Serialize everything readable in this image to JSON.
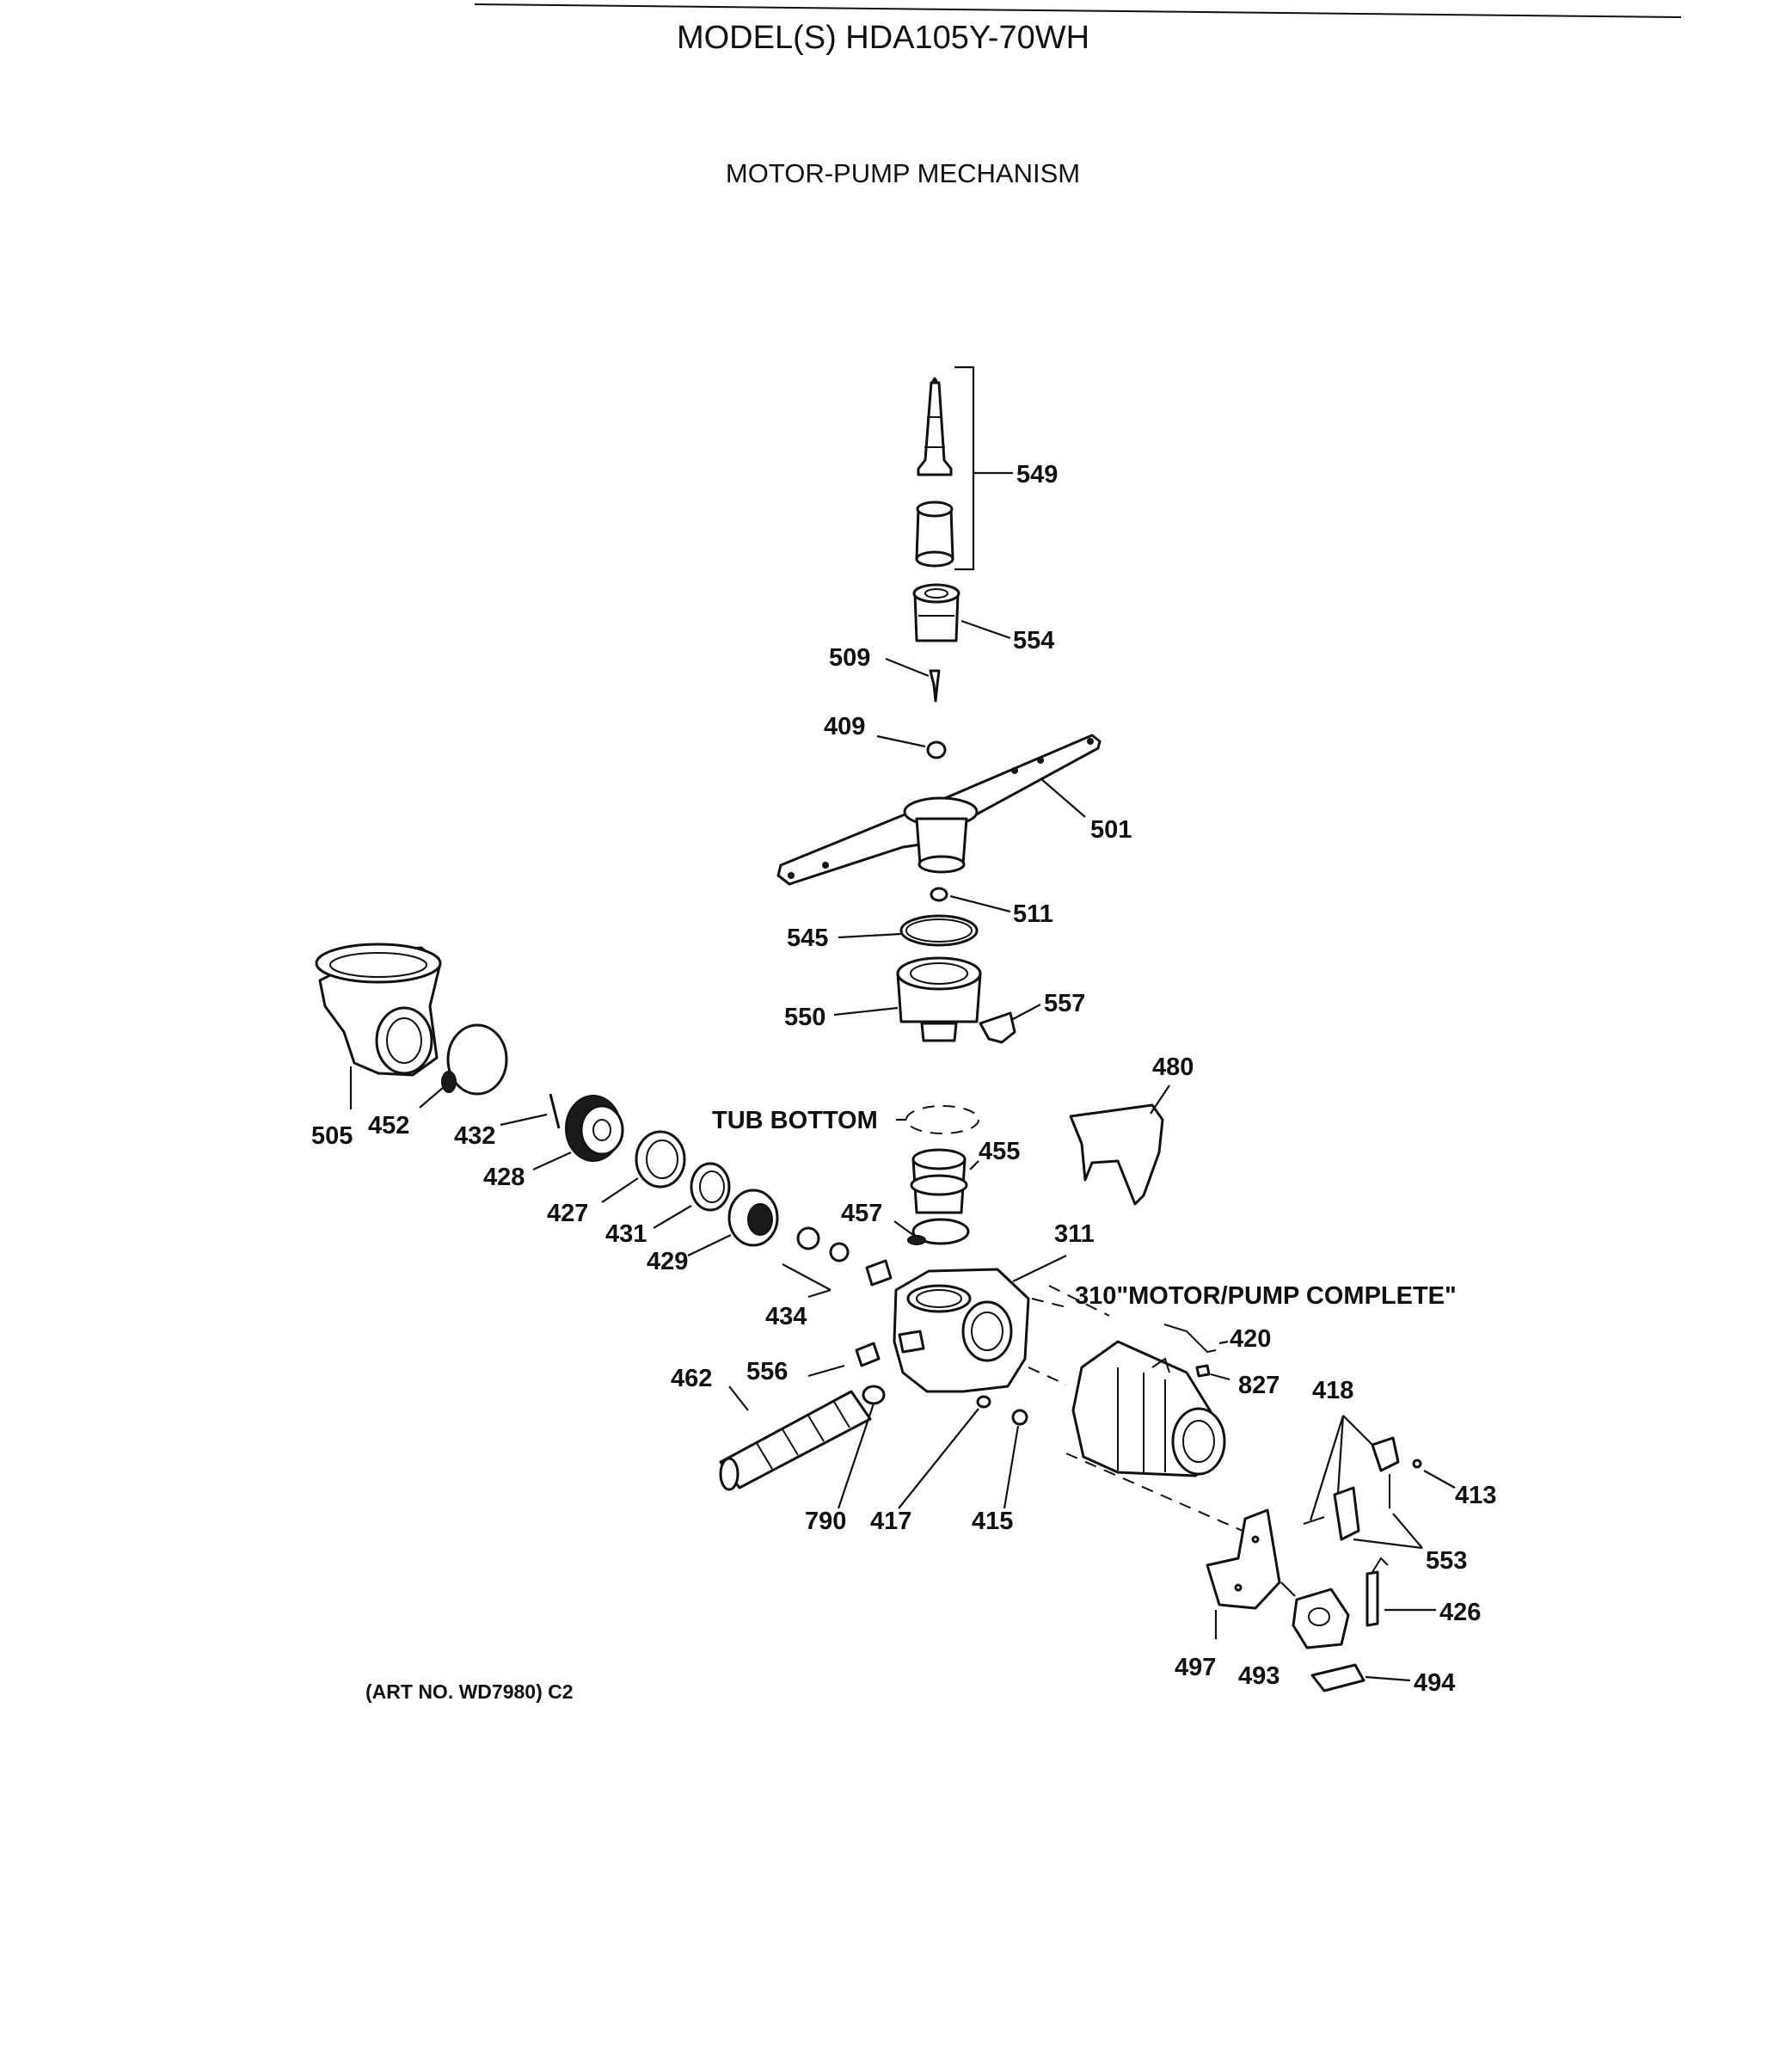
{
  "header": {
    "model": "MODEL(S) HDA105Y-70WH",
    "section": "MOTOR-PUMP MECHANISM"
  },
  "labels": {
    "tub_bottom": "TUB BOTTOM",
    "motor_pump_complete": "310\"MOTOR/PUMP COMPLETE\"",
    "art_no": "(ART NO. WD7980) C2"
  },
  "parts": {
    "p549": "549",
    "p554": "554",
    "p509": "509",
    "p409": "409",
    "p501": "501",
    "p511": "511",
    "p545": "545",
    "p550": "550",
    "p557": "557",
    "p480": "480",
    "p505": "505",
    "p452": "452",
    "p432": "432",
    "p428": "428",
    "p427": "427",
    "p431": "431",
    "p429": "429",
    "p455": "455",
    "p457": "457",
    "p311": "311",
    "p434": "434",
    "p420": "420",
    "p827": "827",
    "p418": "418",
    "p556": "556",
    "p462": "462",
    "p413": "413",
    "p790": "790",
    "p417": "417",
    "p415": "415",
    "p553": "553",
    "p426": "426",
    "p497": "497",
    "p493": "493",
    "p494": "494"
  }
}
